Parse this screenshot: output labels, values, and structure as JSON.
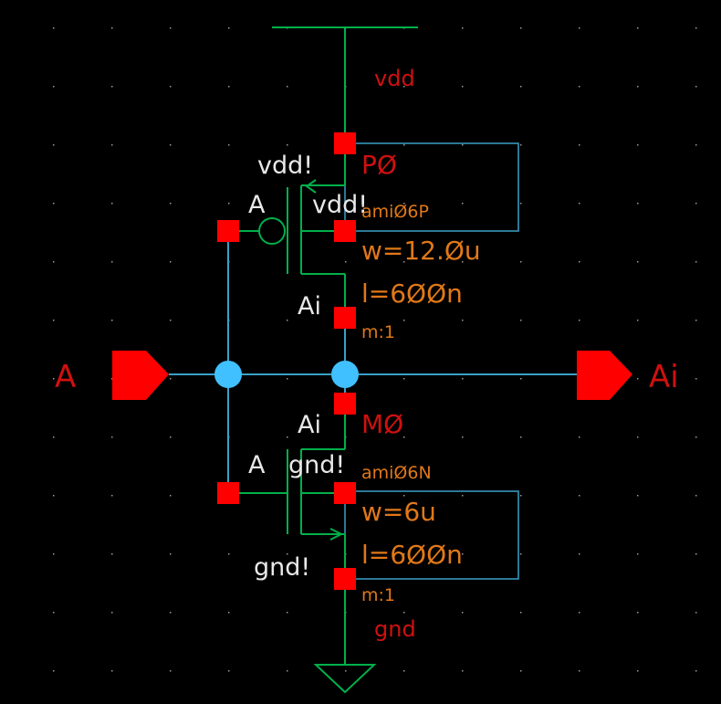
{
  "colors": {
    "background": "#000000",
    "wire": "#3aa0c8",
    "device": "#00b04a",
    "pin": "#ff0000",
    "net_label": "#d01010",
    "param_text": "#e07818",
    "pin_text": "#e8e8e8",
    "dot": "#40c0ff",
    "grid": "#9a9a9a"
  },
  "pins": {
    "input": "A",
    "output": "Ai"
  },
  "supply": {
    "top_net": "vdd",
    "bottom_net": "gnd"
  },
  "pmos": {
    "instance": "PØ",
    "model": "amiØ6P",
    "width": "w=12.Øu",
    "length": "l=6ØØn",
    "multiplier": "m:1",
    "source_label": "vdd!",
    "gate_label": "A",
    "bulk_label": "vdd!",
    "drain_label": "Ai"
  },
  "nmos": {
    "instance": "MØ",
    "model": "amiØ6N",
    "width": "w=6u",
    "length": "l=6ØØn",
    "multiplier": "m:1",
    "drain_label": "Ai",
    "gate_label": "A",
    "bulk_label": "gnd!",
    "source_label": "gnd!"
  }
}
